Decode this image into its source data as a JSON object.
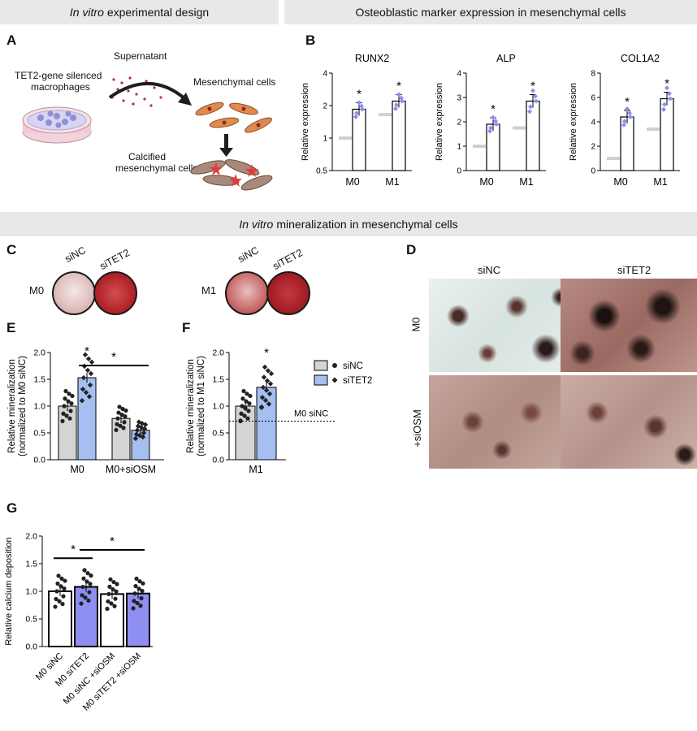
{
  "headers": {
    "design": {
      "italic": "In vitro",
      "rest": "experimental design"
    },
    "osteo": "Osteoblastic marker expression in mesenchymal cells",
    "mineral": {
      "italic": "In vitro",
      "rest": "mineralization in mesenchymal cells"
    }
  },
  "panels": {
    "A": "A",
    "B": "B",
    "C": "C",
    "D": "D",
    "E": "E",
    "F": "F",
    "G": "G"
  },
  "schematic": {
    "supernatant": "Supernatant",
    "macrophages_line1": "TET2-gene silenced",
    "macrophages_line2": "macrophages",
    "mesenchymal": "Mesenchymal cells",
    "calcified_line1": "Calcified",
    "calcified_line2": "mesenchymal cells"
  },
  "panelC": {
    "m0_label": "M0",
    "m1_label": "M1",
    "col1": "siNC",
    "col2": "siTET2",
    "m0_col1": "siNC",
    "m0_col2": "siTET2"
  },
  "panelD": {
    "col1": "siNC",
    "col2": "siTET2",
    "row1": "M0",
    "row2": "+siOSM"
  },
  "colors": {
    "gray": "#d4d4d4",
    "blue": "#a4bff0",
    "purple": "#8f8ff2",
    "dot_blue": "#8d8ef0",
    "stain_light": "#d9c3be",
    "stain_dark": "#b3242a"
  },
  "chart_data": [
    {
      "id": "B-RUNX2",
      "type": "bar",
      "title": "RUNX2",
      "ylabel": "Relative expression",
      "y_scale": "log2",
      "ylim": [
        0.5,
        4
      ],
      "yticks": [
        "0.5",
        "1",
        "2",
        "4"
      ],
      "categories": [
        "M0",
        "M1"
      ],
      "series": [
        {
          "values": [
            1.0,
            1.65
          ]
        },
        {
          "values": [
            1.85,
            2.2
          ]
        }
      ],
      "sig": [
        "*",
        "*"
      ]
    },
    {
      "id": "B-ALP",
      "type": "bar",
      "title": "ALP",
      "ylabel": "Relative expression",
      "y_scale": "linear",
      "ylim": [
        0,
        4
      ],
      "yticks": [
        "0",
        "1",
        "2",
        "3",
        "4"
      ],
      "categories": [
        "M0",
        "M1"
      ],
      "series": [
        {
          "values": [
            1.0,
            1.75
          ]
        },
        {
          "values": [
            1.9,
            2.85
          ]
        }
      ],
      "sig": [
        "*",
        "*"
      ]
    },
    {
      "id": "B-COL1A2",
      "type": "bar",
      "title": "COL1A2",
      "ylabel": "Relative expression",
      "y_scale": "linear",
      "ylim": [
        0,
        8
      ],
      "yticks": [
        "0",
        "2",
        "4",
        "6",
        "8"
      ],
      "categories": [
        "M0",
        "M1"
      ],
      "series": [
        {
          "values": [
            1.0,
            3.4
          ]
        },
        {
          "values": [
            4.4,
            5.9
          ]
        }
      ],
      "sig": [
        "*",
        "*"
      ]
    },
    {
      "id": "E",
      "type": "bar",
      "ylabel": "Relative  mineralization",
      "ylabel2": "(normalized to M0 siNC)",
      "ylim": [
        0,
        2.0
      ],
      "yticks": [
        "0.0",
        "0.5",
        "1.0",
        "1.5",
        "2.0"
      ],
      "categories": [
        "M0",
        "M0+siOSM"
      ],
      "series": [
        {
          "name": "siNC",
          "values": [
            1.0,
            0.77
          ]
        },
        {
          "name": "siTET2",
          "values": [
            1.53,
            0.55
          ]
        }
      ],
      "sig_above": "*",
      "bracket_sig": "*"
    },
    {
      "id": "F",
      "type": "bar",
      "ylabel": "Relative  mineralization",
      "ylabel2": "(normalized to M1 siNC)",
      "ylim": [
        0,
        2.0
      ],
      "yticks": [
        "0.0",
        "0.5",
        "1.0",
        "1.5",
        "2.0"
      ],
      "categories": [
        "M1"
      ],
      "series": [
        {
          "name": "siNC",
          "values": [
            1.0
          ]
        },
        {
          "name": "siTET2",
          "values": [
            1.35
          ]
        }
      ],
      "sig_above": "*",
      "reference_label": "M0 siNC",
      "reference_value": 0.72,
      "legend": [
        "siNC",
        "siTET2"
      ]
    },
    {
      "id": "G",
      "type": "bar",
      "ylabel": "Relative calcium deposition",
      "ylim": [
        0,
        2.0
      ],
      "yticks": [
        "0.0",
        "0.5",
        "1.0",
        "1.5",
        "2.0"
      ],
      "categories": [
        "M0 siNC",
        "M0 siTET2",
        "M0 siNC +siOSM",
        "M0 siTET2 +siOSM"
      ],
      "values": [
        1.0,
        1.08,
        0.95,
        0.96
      ],
      "sig_brackets": [
        "*",
        "*"
      ]
    }
  ]
}
